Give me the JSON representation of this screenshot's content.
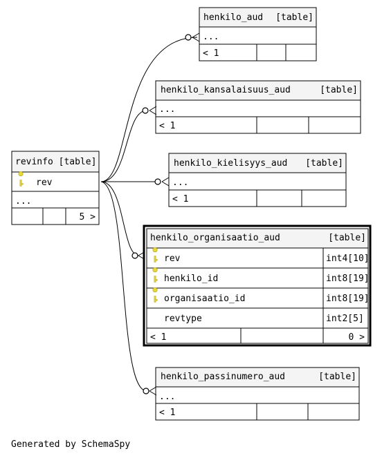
{
  "footer": "Generated by SchemaSpy",
  "colors": {
    "header_fill": "#f4f4f4",
    "key": "#e8d93a",
    "line": "#000000"
  },
  "tables": {
    "henkilo_aud": {
      "name": "henkilo_aud",
      "tag": "[table]",
      "more": "...",
      "children": "< 1"
    },
    "henkilo_kansalaisuus_aud": {
      "name": "henkilo_kansalaisuus_aud",
      "tag": "[table]",
      "more": "...",
      "children": "< 1"
    },
    "revinfo": {
      "name": "revinfo [table]",
      "col": "rev",
      "more": "...",
      "parents": "5 >"
    },
    "henkilo_kielisyys_aud": {
      "name": "henkilo_kielisyys_aud",
      "tag": "[table]",
      "more": "...",
      "children": "< 1"
    },
    "henkilo_organisaatio_aud": {
      "name": "henkilo_organisaatio_aud",
      "tag": "[table]",
      "columns": [
        {
          "name": "rev",
          "type": "int4[10]",
          "key": true
        },
        {
          "name": "henkilo_id",
          "type": "int8[19]",
          "key": true
        },
        {
          "name": "organisaatio_id",
          "type": "int8[19]",
          "key": true
        },
        {
          "name": "revtype",
          "type": "int2[5]",
          "key": false
        }
      ],
      "children": "< 1",
      "parents": "0 >"
    },
    "henkilo_passinumero_aud": {
      "name": "henkilo_passinumero_aud",
      "tag": "[table]",
      "more": "...",
      "children": "< 1"
    }
  }
}
